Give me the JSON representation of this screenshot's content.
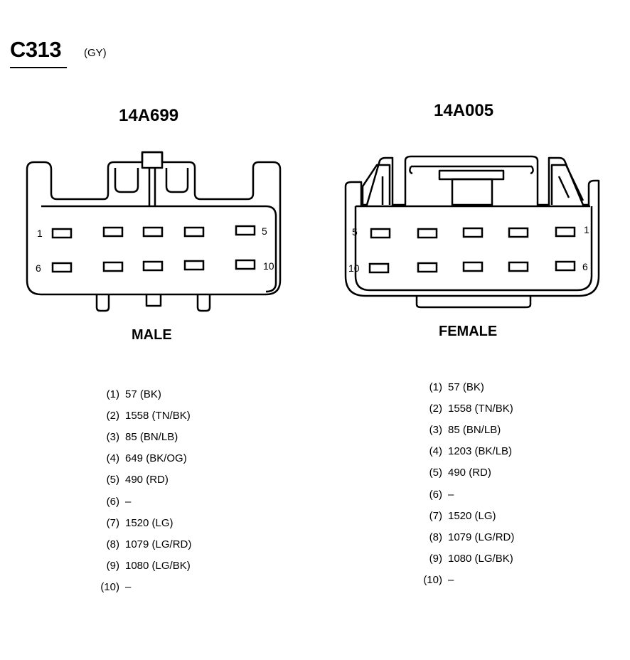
{
  "connector": {
    "id": "C313",
    "color": "(GY)"
  },
  "male": {
    "part_number": "14A699",
    "label": "MALE",
    "pin_labels": {
      "top_left": "1",
      "top_right": "5",
      "bottom_left": "6",
      "bottom_right": "10"
    },
    "pins": [
      {
        "num": "(1)",
        "wire": "57 (BK)"
      },
      {
        "num": "(2)",
        "wire": "1558 (TN/BK)"
      },
      {
        "num": "(3)",
        "wire": "85 (BN/LB)"
      },
      {
        "num": "(4)",
        "wire": "649 (BK/OG)"
      },
      {
        "num": "(5)",
        "wire": "490 (RD)"
      },
      {
        "num": "(6)",
        "wire": "–"
      },
      {
        "num": "(7)",
        "wire": "1520 (LG)"
      },
      {
        "num": "(8)",
        "wire": "1079 (LG/RD)"
      },
      {
        "num": "(9)",
        "wire": "1080 (LG/BK)"
      },
      {
        "num": "(10)",
        "wire": "–"
      }
    ]
  },
  "female": {
    "part_number": "14A005",
    "label": "FEMALE",
    "pin_labels": {
      "top_left": "5",
      "top_right": "1",
      "bottom_left": "10",
      "bottom_right": "6"
    },
    "pins": [
      {
        "num": "(1)",
        "wire": "57 (BK)"
      },
      {
        "num": "(2)",
        "wire": "1558 (TN/BK)"
      },
      {
        "num": "(3)",
        "wire": "85 (BN/LB)"
      },
      {
        "num": "(4)",
        "wire": "1203 (BK/LB)"
      },
      {
        "num": "(5)",
        "wire": "490 (RD)"
      },
      {
        "num": "(6)",
        "wire": "–"
      },
      {
        "num": "(7)",
        "wire": "1520 (LG)"
      },
      {
        "num": "(8)",
        "wire": "1079 (LG/RD)"
      },
      {
        "num": "(9)",
        "wire": "1080 (LG/BK)"
      },
      {
        "num": "(10)",
        "wire": "–"
      }
    ]
  }
}
